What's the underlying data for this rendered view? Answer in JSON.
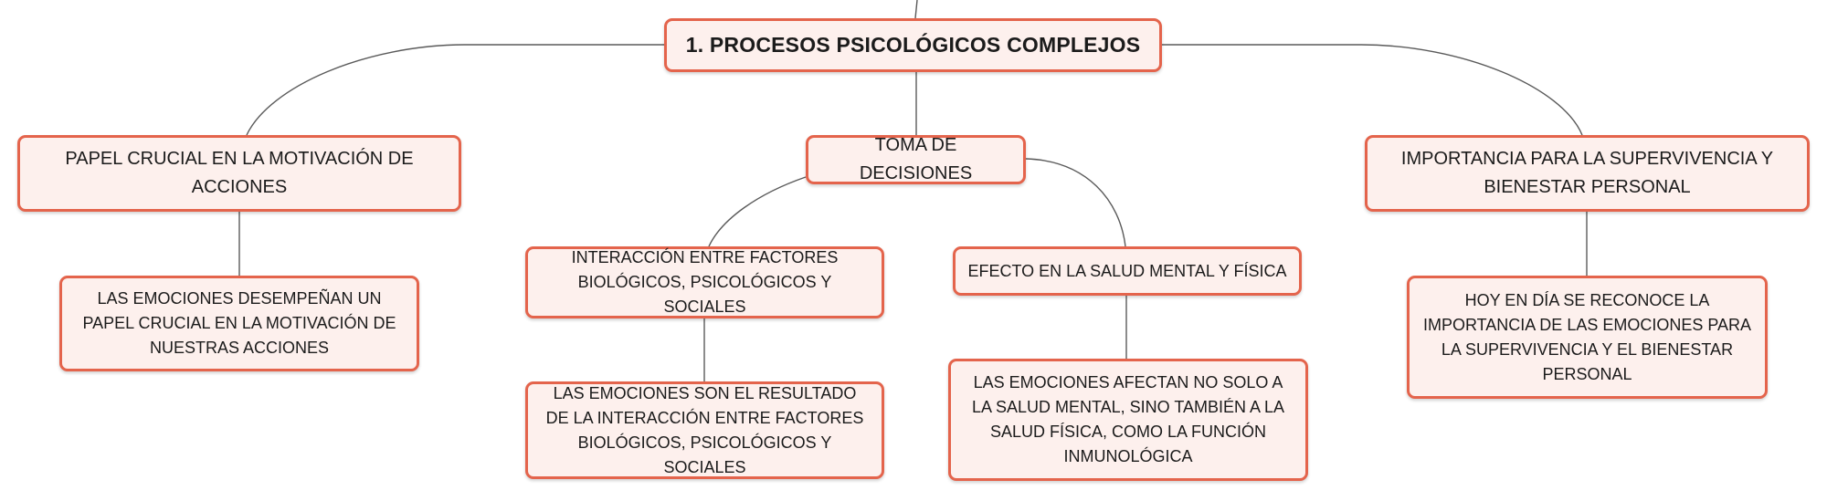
{
  "colors": {
    "node_fill": "#fdf0ed",
    "node_border": "#e4644c",
    "connector": "#5a5a5a",
    "text": "#1b1b1b"
  },
  "diagram": {
    "root": "1. PROCESOS PSICOLÓGICOS COMPLEJOS",
    "branches": [
      {
        "label": "PAPEL CRUCIAL EN LA MOTIVACIÓN DE ACCIONES",
        "children": [
          "LAS EMOCIONES DESEMPEÑAN UN PAPEL CRUCIAL EN LA MOTIVACIÓN DE NUESTRAS ACCIONES"
        ]
      },
      {
        "label": "TOMA DE DECISIONES",
        "children": [
          {
            "label": "INTERACCIÓN ENTRE FACTORES BIOLÓGICOS, PSICOLÓGICOS Y SOCIALES",
            "detail": "LAS EMOCIONES SON EL RESULTADO DE LA INTERACCIÓN ENTRE FACTORES BIOLÓGICOS, PSICOLÓGICOS Y SOCIALES"
          },
          {
            "label": "EFECTO EN LA SALUD MENTAL Y FÍSICA",
            "detail": "LAS EMOCIONES AFECTAN NO SOLO A LA SALUD MENTAL, SINO TAMBIÉN A LA SALUD FÍSICA, COMO LA FUNCIÓN INMUNOLÓGICA"
          }
        ]
      },
      {
        "label": "IMPORTANCIA PARA LA SUPERVIVENCIA Y BIENESTAR PERSONAL",
        "children": [
          "HOY EN DÍA SE RECONOCE LA IMPORTANCIA DE LAS EMOCIONES PARA LA SUPERVIVENCIA Y EL BIENESTAR PERSONAL"
        ]
      }
    ]
  }
}
